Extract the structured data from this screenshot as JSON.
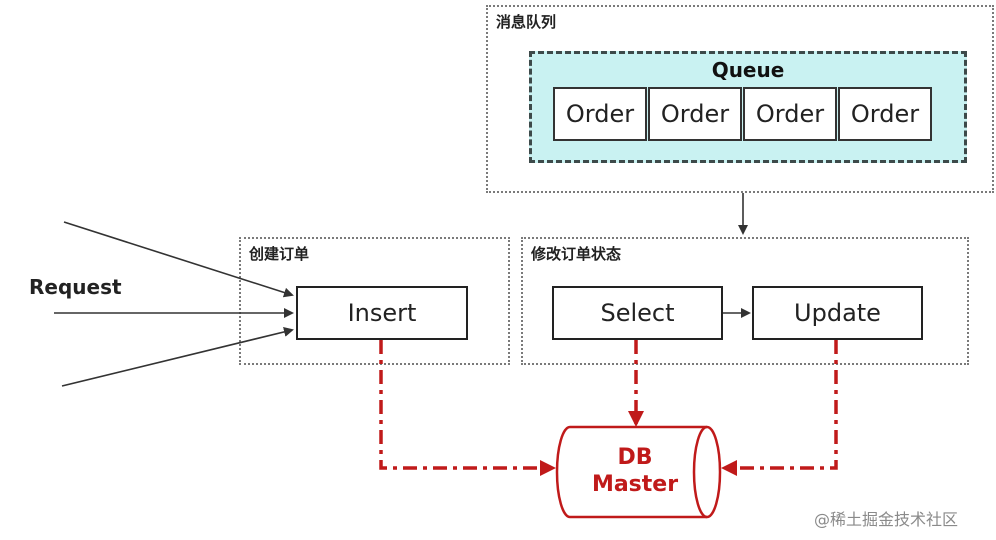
{
  "groups": {
    "queue_group": {
      "label": "消息队列"
    },
    "create_order": {
      "label": "创建订单"
    },
    "modify_status": {
      "label": "修改订单状态"
    }
  },
  "queue": {
    "title": "Queue",
    "items": [
      "Order",
      "Order",
      "Order",
      "Order"
    ]
  },
  "nodes": {
    "insert": "Insert",
    "select": "Select",
    "update": "Update"
  },
  "request_label": "Request",
  "db": {
    "line1": "DB",
    "line2": "Master"
  },
  "watermark": "@稀土掘金技术社区",
  "colors": {
    "db_red": "#c01a1a",
    "queue_fill": "#c9f2f2"
  }
}
